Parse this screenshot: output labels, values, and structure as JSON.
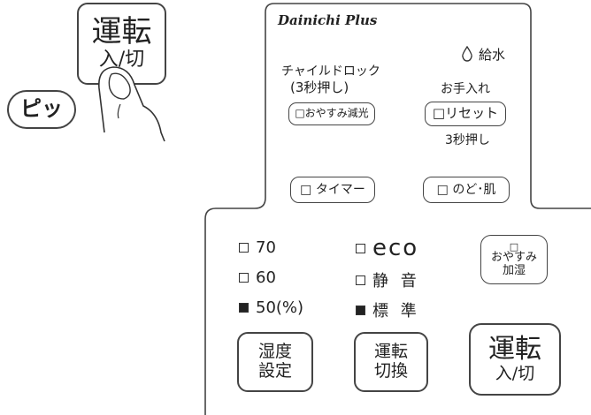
{
  "brand": "Dainichi Plus",
  "hand_illustration": {
    "button_line1": "運転",
    "button_line2": "入/切",
    "sound_bubble": "ピッ"
  },
  "top_panel": {
    "water_label": "給水",
    "child_lock": {
      "line1": "チャイルドロック",
      "line2": "(3秒押し)",
      "button": "□おやすみ減光"
    },
    "maintenance": {
      "line1": "お手入れ",
      "button": "□リセット",
      "line2": "3秒押し"
    },
    "timer_button": "□ タイマー",
    "nodo_button": "□ のど･肌"
  },
  "bottom_panel": {
    "humidity_options": [
      {
        "box": "□",
        "label": "70"
      },
      {
        "box": "□",
        "label": "60"
      },
      {
        "box": "■",
        "label": "50(%)"
      }
    ],
    "mode_options": [
      {
        "box": "□",
        "label": "eco"
      },
      {
        "box": "□",
        "label": "静 音"
      },
      {
        "box": "■",
        "label": "標 準"
      }
    ],
    "sleep_humidify": {
      "box": "□",
      "line1": "おやすみ",
      "line2": "加湿"
    },
    "humidity_button": {
      "line1": "湿度",
      "line2": "設定"
    },
    "mode_button": {
      "line1": "運転",
      "line2": "切換"
    },
    "power_button": {
      "line1": "運転",
      "line2": "入/切"
    }
  }
}
